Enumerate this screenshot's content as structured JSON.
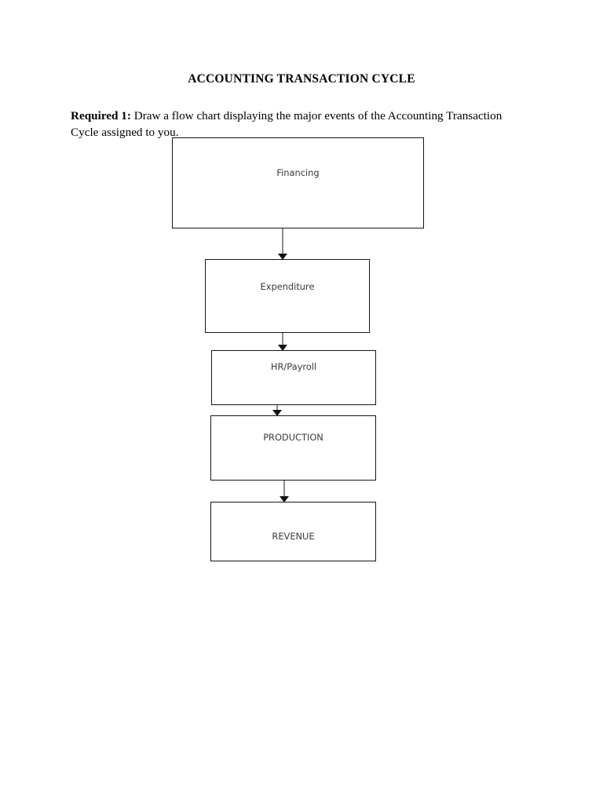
{
  "document": {
    "title": "ACCOUNTING TRANSACTION CYCLE",
    "requirement": {
      "lead": "Required 1:",
      "body": " Draw a flow chart displaying the major events of the Accounting Transaction Cycle assigned to you."
    }
  },
  "diagram": {
    "type": "flowchart",
    "orientation": "vertical",
    "box_border_color": "#161616",
    "box_text_color": "#3a3a3a",
    "connector_line_color": "#8d8d8d",
    "connector_head_color": "#111111",
    "nodes": [
      {
        "id": "financing",
        "label": "Financing"
      },
      {
        "id": "expenditure",
        "label": "Expenditure"
      },
      {
        "id": "hrpayroll",
        "label": "HR/Payroll"
      },
      {
        "id": "production",
        "label": "PRODUCTION"
      },
      {
        "id": "revenue",
        "label": "REVENUE"
      }
    ],
    "edges": [
      {
        "from": "financing",
        "to": "expenditure",
        "arrow": "down"
      },
      {
        "from": "expenditure",
        "to": "hrpayroll",
        "arrow": "down"
      },
      {
        "from": "hrpayroll",
        "to": "production",
        "arrow": "down"
      },
      {
        "from": "production",
        "to": "revenue",
        "arrow": "down"
      }
    ]
  }
}
